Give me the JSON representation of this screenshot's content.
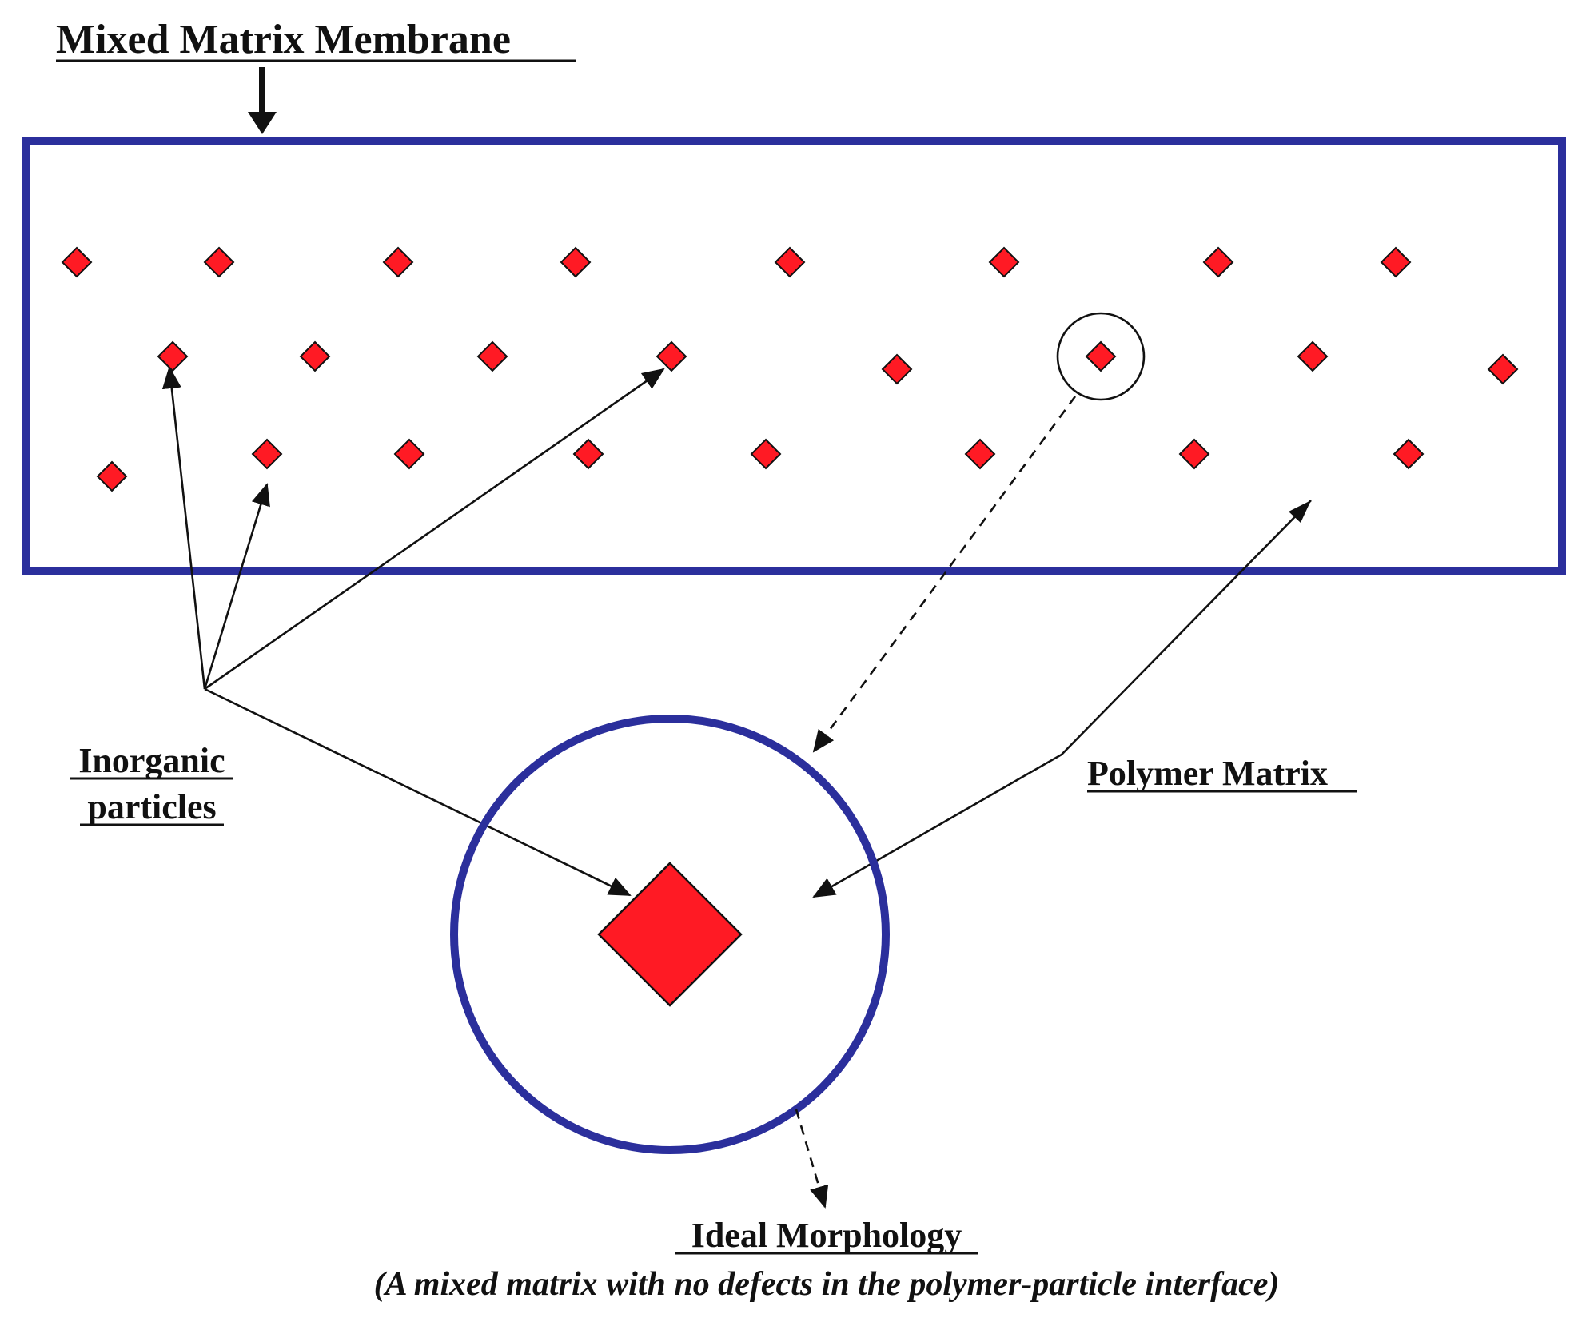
{
  "labels": {
    "membrane": "Mixed Matrix Membrane",
    "inorganic_line1": "Inorganic",
    "inorganic_line2": "particles",
    "polymer": "Polymer Matrix",
    "morphology": "Ideal Morphology",
    "caption": "(A mixed matrix with no defects in the polymer-particle interface)"
  },
  "colors": {
    "membrane_border": "#2b2f9c",
    "particle_fill": "#ff1a24",
    "outline": "#111111"
  }
}
